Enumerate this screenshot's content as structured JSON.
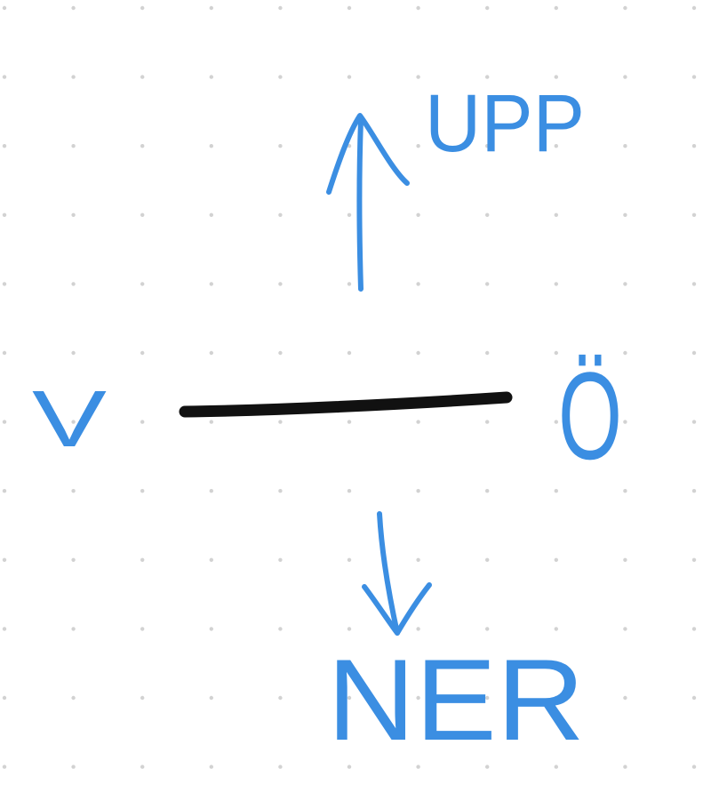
{
  "colors": {
    "ink_blue": "#3b8ee2",
    "ink_black": "#111111",
    "grid_dot": "#d2d2d2",
    "background": "#ffffff"
  },
  "labels": {
    "up": "UPP",
    "down": "NER",
    "left": "V",
    "right": "Ö"
  }
}
